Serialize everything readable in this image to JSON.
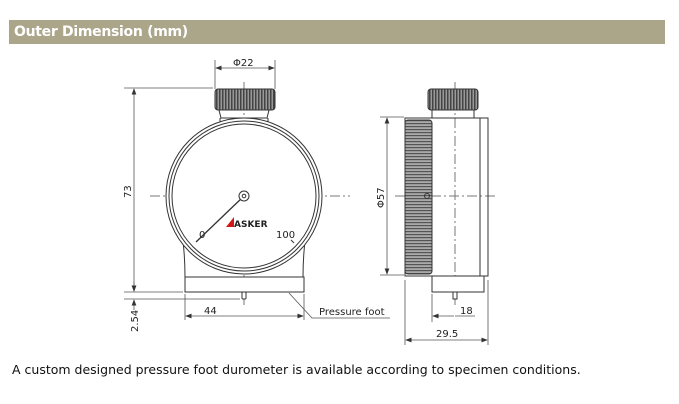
{
  "header": {
    "title": "Outer Dimension (mm)"
  },
  "drawing": {
    "dim_knob_diameter": "Φ22",
    "dim_height": "73",
    "dim_foot": "2.54",
    "dim_base_width": "44",
    "dim_dial_diameter": "Φ57",
    "dim_side_base": "18",
    "dim_side_width": "29.5",
    "label_pressure_foot": "Pressure foot",
    "dial_zero": "0",
    "dial_hundred": "100",
    "brand": "ASKER",
    "brand_color": "#d01818"
  },
  "note": "A custom designed pressure foot durometer is available according to specimen conditions."
}
